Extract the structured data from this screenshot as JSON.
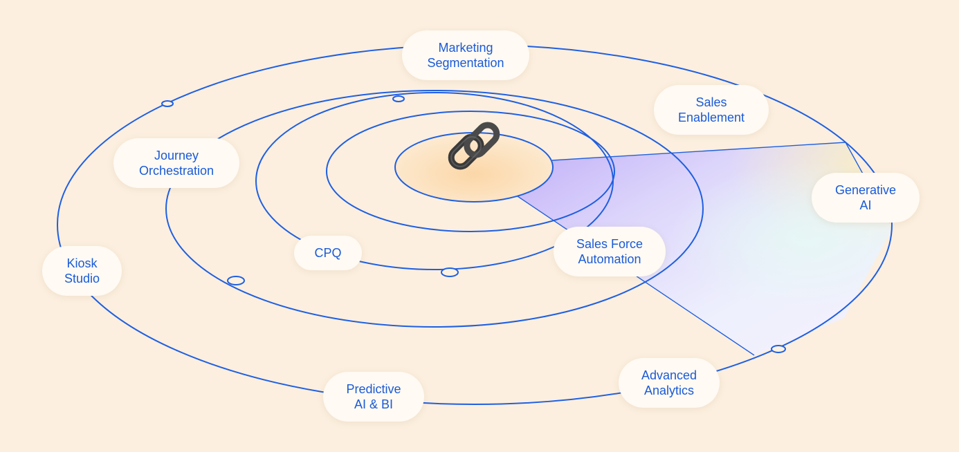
{
  "colors": {
    "background": "#fcefdf",
    "orbit_line": "#1f5fe0",
    "label_text": "#1a5ad8",
    "pill_fill": "#fffaf3"
  },
  "center": {
    "logo_icon": "interlocking-links-logo"
  },
  "labels": {
    "marketing_segmentation": [
      "Marketing",
      "Segmentation"
    ],
    "sales_enablement": [
      "Sales",
      "Enablement"
    ],
    "journey_orchestration": [
      "Journey",
      "Orchestration"
    ],
    "generative_ai": [
      "Generative",
      "AI"
    ],
    "cpq": [
      "CPQ"
    ],
    "sales_force_automation": [
      "Sales Force",
      "Automation"
    ],
    "kiosk_studio": [
      "Kiosk",
      "Studio"
    ],
    "advanced_analytics": [
      "Advanced",
      "Analytics"
    ],
    "predictive_ai_bi": [
      "Predictive",
      "AI & BI"
    ]
  }
}
